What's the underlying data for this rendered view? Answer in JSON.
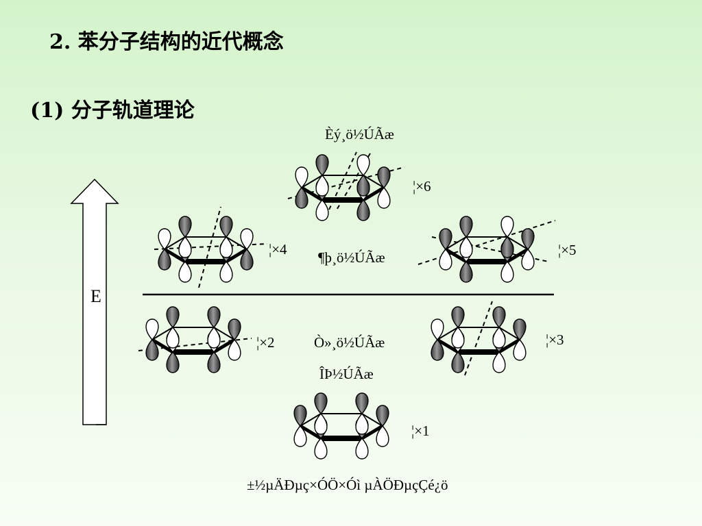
{
  "title_num": "2.",
  "title_text": "苯分子结构的近代概念",
  "subtitle_num": "(1)",
  "subtitle_text": "分子轨道理论",
  "energy_axis_label": "E",
  "labels": {
    "triply_antibonding": "Èý¸ö½ÚÃæ",
    "doubly_antibonding": "¶þ¸ö½ÚÃæ",
    "singly": "Ò»¸ö½ÚÃæ",
    "no_node": "ÎÞ½ÚÃæ",
    "bottom_caption": "±½µÄÐµç×ÓÖ×Óì µÀÖÐµçÇé¿ö"
  },
  "orbitals": {
    "psi6": "¦×6",
    "psi5": "¦×5",
    "psi4": "¦×4",
    "psi3": "¦×3",
    "psi2": "¦×2",
    "psi1": "¦×1"
  }
}
